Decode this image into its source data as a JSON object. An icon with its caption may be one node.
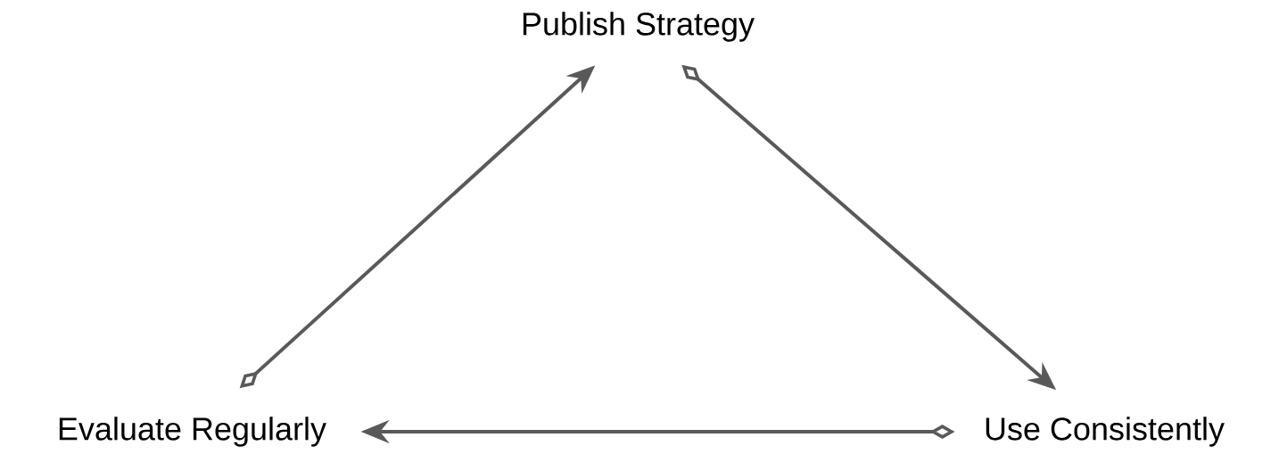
{
  "diagram": {
    "nodes": [
      {
        "text": [
          "Publish Strategy"
        ]
      },
      {
        "text": [
          "Evaluate Regularly"
        ]
      },
      {
        "text": [
          "Use Consistently"
        ]
      }
    ],
    "edges": [
      {
        "from": 1,
        "to": 0,
        "arrow": "to"
      },
      {
        "from": 0,
        "to": 2,
        "arrow": "to"
      },
      {
        "from": 2,
        "to": 1,
        "arrow": "to"
      }
    ]
  }
}
